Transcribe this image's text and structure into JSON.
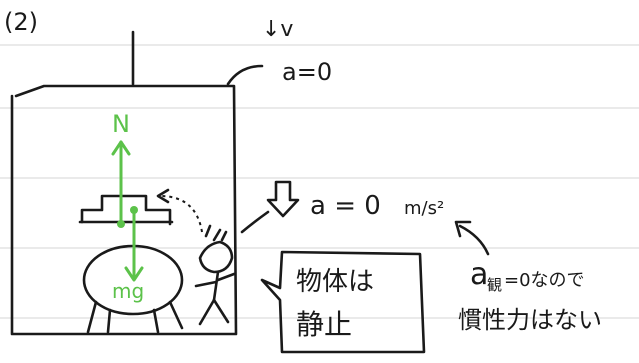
{
  "problem_number": "(2)",
  "motion_label": "↓v",
  "elevator_acceleration": "a=0",
  "force_up_label": "N",
  "force_down_label": "mg",
  "observer_acceleration": "a = 0",
  "observer_acceleration_unit": "m/s²",
  "speech_bubble": {
    "line1": "物体は",
    "line2": "静止"
  },
  "note": {
    "symbol": "a",
    "subscript": "観",
    "text": "=0なので",
    "line2": "慣性力はない"
  },
  "colors": {
    "ink": "#1a1a1a",
    "force": "#5cc24a"
  }
}
